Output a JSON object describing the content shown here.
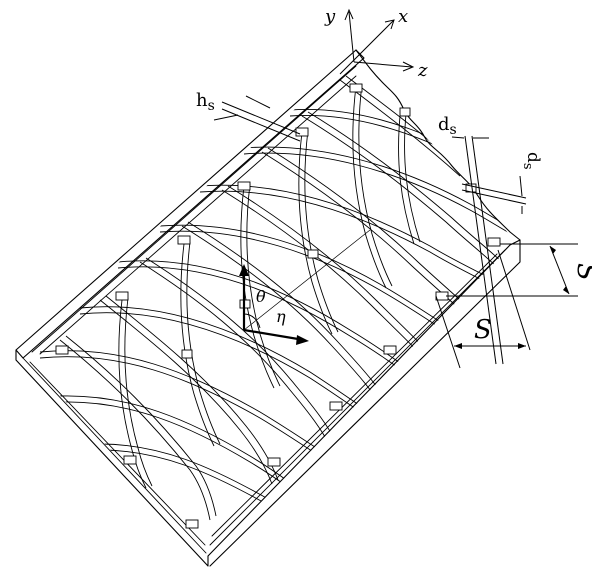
{
  "figure": {
    "labels": {
      "axis_y": "y",
      "axis_x": "x",
      "axis_z": "z",
      "rib_height": "h",
      "rib_height_sub": "s",
      "rib_width": "d",
      "rib_width_sub": "s",
      "rib_width2": "d",
      "rib_width2_sub": "s",
      "spacing_1": "S",
      "spacing_2": "S",
      "angle_theta": "θ",
      "angle_eta": "η"
    },
    "colors": {
      "ink": "#000000",
      "paper": "#ffffff"
    }
  }
}
